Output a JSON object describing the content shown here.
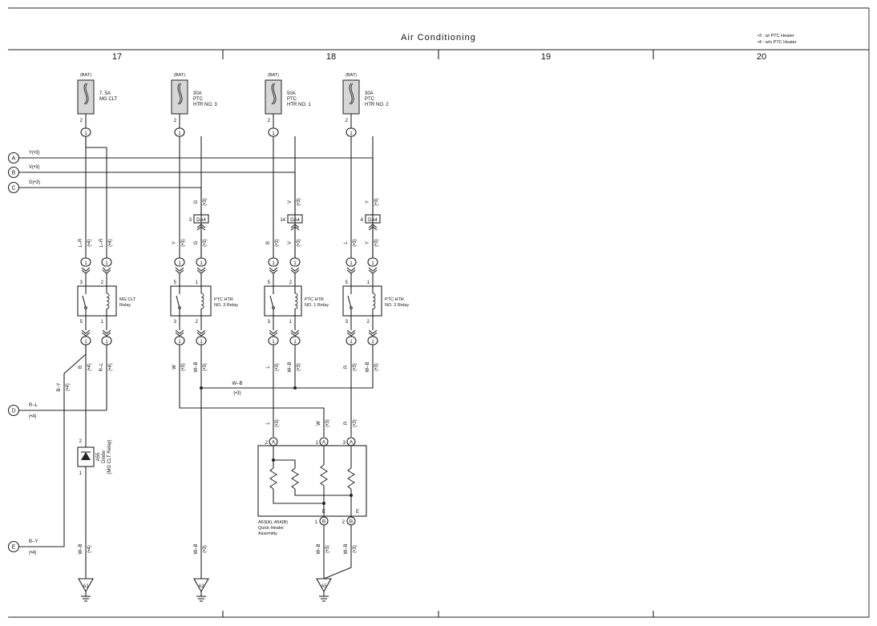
{
  "title": "Air Conditioning",
  "legend": [
    "•3 : w/ PTC Heater",
    "•4 : w/o PTC Heater"
  ],
  "columns": [
    "17",
    "18",
    "19",
    "20"
  ],
  "fuses": [
    {
      "source": "(BAT)",
      "rating": "7. 5A",
      "name1": "MG CLT",
      "name2": "",
      "pin": "2",
      "conn": "1"
    },
    {
      "source": "(BAT)",
      "rating": "30A",
      "name1": "PTC",
      "name2": "HTR NO. 3",
      "pin": "2",
      "conn": "1"
    },
    {
      "source": "(BAT)",
      "rating": "50A",
      "name1": "PTC",
      "name2": "HTR NO. 1",
      "pin": "2",
      "conn": "1"
    },
    {
      "source": "(BAT)",
      "rating": "30A",
      "name1": "PTC",
      "name2": "HTR NO. 2",
      "pin": "2",
      "conn": "1"
    }
  ],
  "connectors_left": [
    {
      "id": "A",
      "wire": "Y(•3)"
    },
    {
      "id": "B",
      "wire": "V(•3)"
    },
    {
      "id": "C",
      "wire": "G(•3)"
    },
    {
      "id": "D",
      "wire": "R–L",
      "note": "(•4)"
    },
    {
      "id": "E",
      "wire": "B–Y",
      "note": "(•4)"
    }
  ],
  "da4": [
    {
      "pin": "3",
      "label": "DA4",
      "wire": "G",
      "note": "(•3)"
    },
    {
      "pin": "14",
      "label": "DA4",
      "wire": "V",
      "note": "(•3)"
    },
    {
      "pin": "4",
      "label": "DA4",
      "wire": "Y",
      "note": "(•3)"
    }
  ],
  "relays": [
    {
      "name1": "MG CLT",
      "name2": "Relay",
      "pins": [
        "3",
        "2",
        "5",
        "1"
      ],
      "wires_top": [
        {
          "c": "L–R",
          "n": "(•4)"
        },
        {
          "c": "L–R",
          "n": "(•4)"
        }
      ],
      "wires_bot": [
        {
          "c": "B",
          "n": "(•4)"
        },
        {
          "c": "R–L",
          "n": "(•4)"
        }
      ]
    },
    {
      "name1": "PTC HTR",
      "name2": "NO. 3 Relay",
      "pins": [
        "5",
        "1",
        "3",
        "2"
      ],
      "wires_top": [
        {
          "c": "Y",
          "n": "(•3)"
        },
        {
          "c": "G",
          "n": "(•3)"
        }
      ],
      "wires_bot": [
        {
          "c": "W",
          "n": "(•3)"
        },
        {
          "c": "W–B",
          "n": "(•3)"
        }
      ]
    },
    {
      "name1": "PTC HTR",
      "name2": "NO. 1 Relay",
      "pins": [
        "5",
        "2",
        "3",
        "1"
      ],
      "wires_top": [
        {
          "c": "B",
          "n": "(•3)"
        },
        {
          "c": "V",
          "n": "(•3)"
        }
      ],
      "wires_bot": [
        {
          "c": "L",
          "n": "(•3)"
        },
        {
          "c": "W–B",
          "n": "(•3)"
        }
      ]
    },
    {
      "name1": "PTC HTR",
      "name2": "NO. 2 Relay",
      "pins": [
        "5",
        "1",
        "3",
        "2"
      ],
      "wires_top": [
        {
          "c": "L",
          "n": "(•3)"
        },
        {
          "c": "Y",
          "n": "(•3)"
        }
      ],
      "wires_bot": [
        {
          "c": "R",
          "n": "(•3)"
        },
        {
          "c": "W–B",
          "n": "(•3)"
        }
      ]
    }
  ],
  "conn_label": "1",
  "by_wire": {
    "c": "B–Y",
    "n": "(•4)"
  },
  "wb_bus": {
    "c": "W–B",
    "n": "(•3)"
  },
  "diode": {
    "id": "A55",
    "name": "Diode",
    "sub": "(MG CLT Relay)",
    "pin_top": "2",
    "pin_bot": "1"
  },
  "heater": {
    "name1": "A53(A), A54(B)",
    "name2": "Quick Heater",
    "name3": "Assembly",
    "top_pins": [
      {
        "pin": "2",
        "c": "A",
        "w": "L",
        "t": "B"
      },
      {
        "pin": "1",
        "c": "A",
        "w": "W",
        "t": "B"
      },
      {
        "pin": "3",
        "c": "A",
        "w": "R",
        "t": "B"
      }
    ],
    "bot_pins": [
      {
        "pin": "1",
        "c": "B",
        "t": "E"
      },
      {
        "pin": "2",
        "c": "B",
        "t": "E"
      }
    ],
    "top_wire_note": "(•3)"
  },
  "grounds": [
    {
      "id": "A1",
      "wire": "W–B",
      "note": "(•4)"
    },
    {
      "id": "A2",
      "wire": "W–B",
      "note": "(•3)"
    },
    {
      "id": "A5",
      "wire": "W–B",
      "note": "(•3)",
      "wire2": "W–B",
      "note2": "(•3)"
    }
  ]
}
